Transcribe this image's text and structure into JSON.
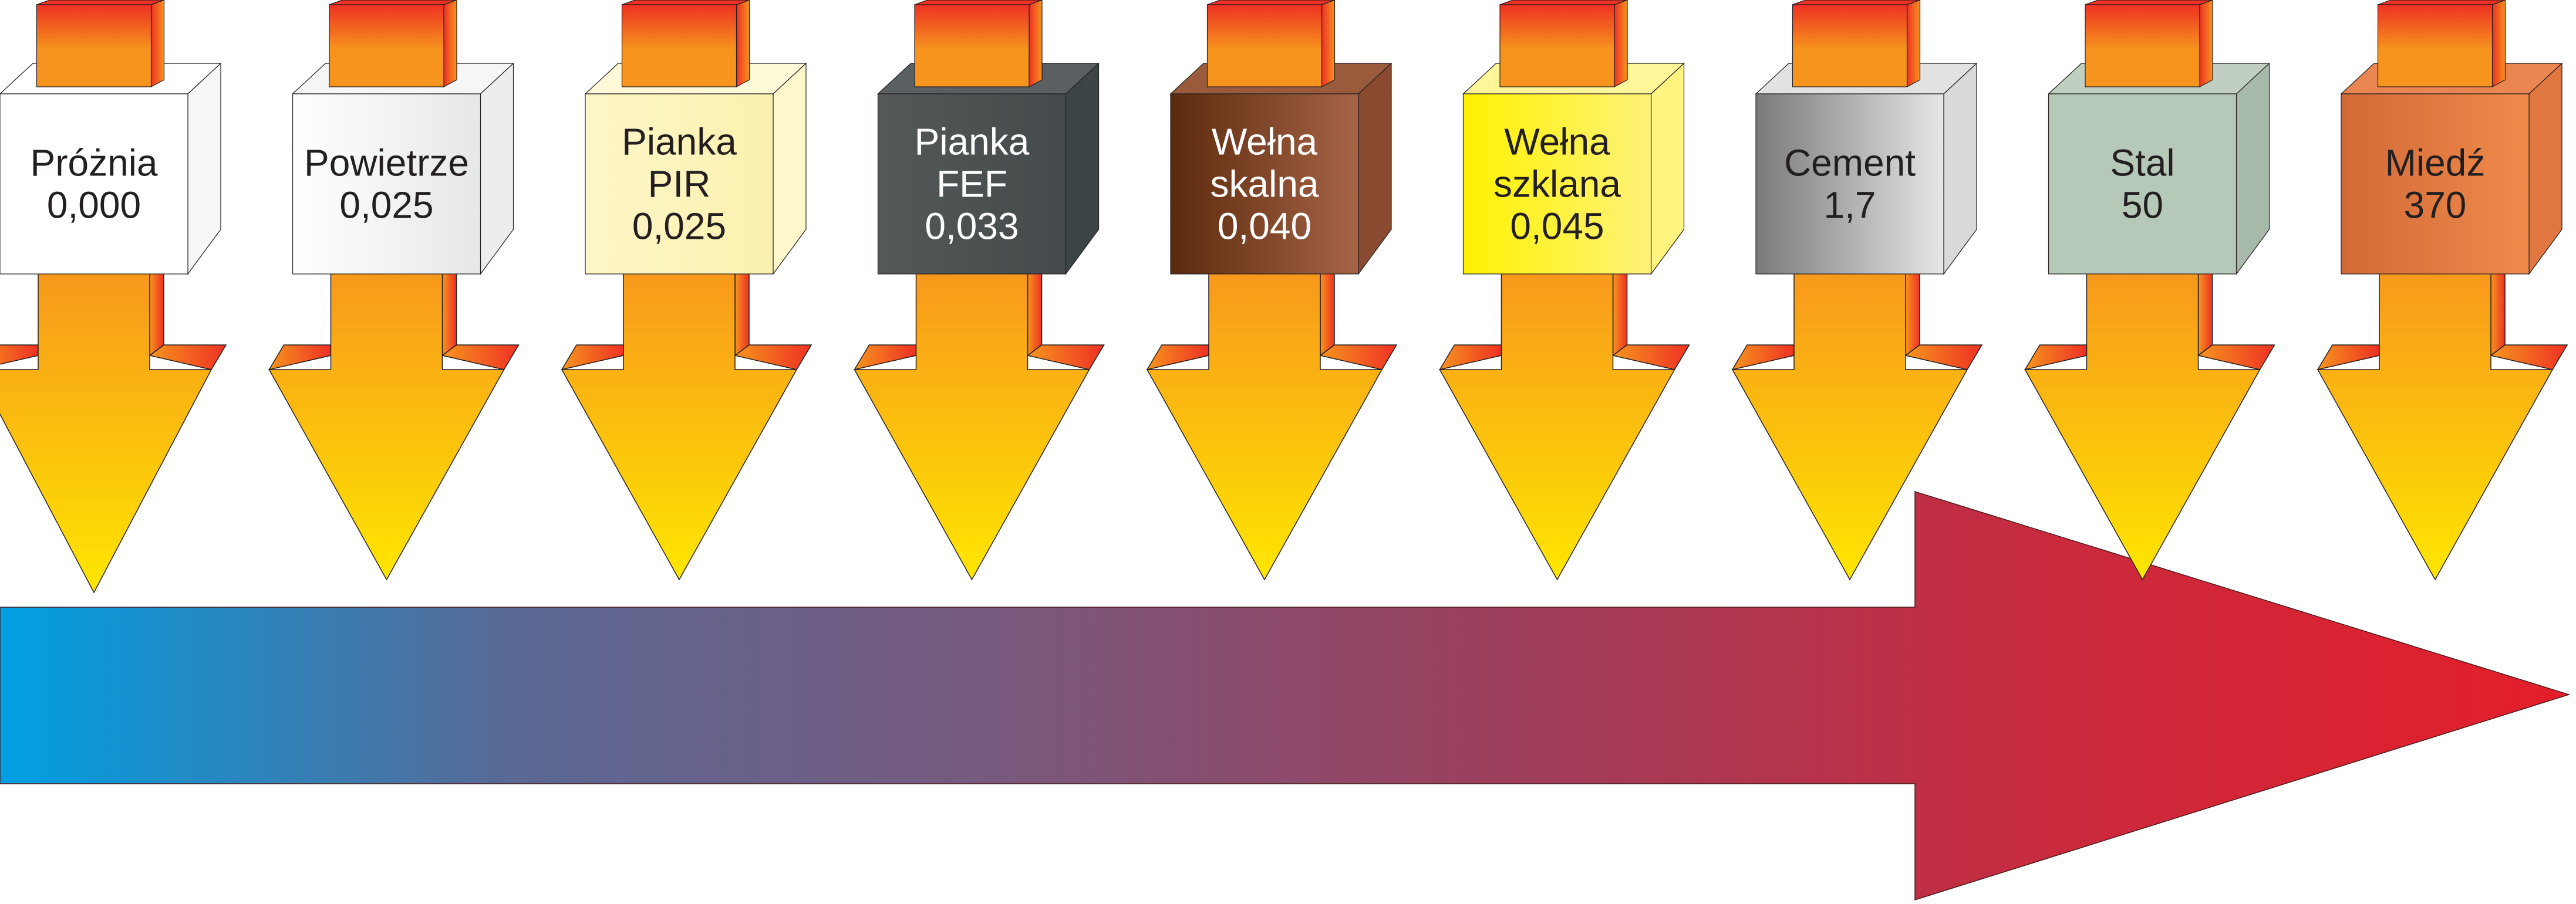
{
  "materials": [
    {
      "lines": [
        "Próżnia",
        "0,000"
      ],
      "front": [
        "#ffffff",
        "#ffffff"
      ],
      "side": "#f6f6f6",
      "top": "#ffffff",
      "text_color": "#231f20"
    },
    {
      "lines": [
        "Powietrze",
        "0,025"
      ],
      "front": [
        "#ffffff",
        "#e6e7e8"
      ],
      "side": "#ededee",
      "top": "#f6f6f6",
      "text_color": "#231f20"
    },
    {
      "lines": [
        "Pianka",
        "PIR",
        "0,025"
      ],
      "front": [
        "#fdf6c8",
        "#fbf1ae"
      ],
      "side": "#fef7cc",
      "top": "#fef9d8",
      "text_color": "#231f20"
    },
    {
      "lines": [
        "Pianka",
        "FEF",
        "0,033"
      ],
      "front": [
        "#545859",
        "#444a4b"
      ],
      "side": "#3d4445",
      "top": "#5a6062",
      "text_color": "#ffffff"
    },
    {
      "lines": [
        "Wełna",
        "skalna",
        "0,040"
      ],
      "front": [
        "#5c2a0d",
        "#a66447"
      ],
      "side": "#8a4a2f",
      "top": "#9a5a3c",
      "text_color": "#ffffff"
    },
    {
      "lines": [
        "Wełna",
        "szklana",
        "0,045"
      ],
      "front": [
        "#fff200",
        "#fff27a"
      ],
      "side": "#fff47f",
      "top": "#fff69a",
      "text_color": "#231f20"
    },
    {
      "lines": [
        "Cement",
        "1,7"
      ],
      "front": [
        "#7a7a7a",
        "#e6e6e6"
      ],
      "side": "#d9d9d9",
      "top": "#e2e2e2",
      "text_color": "#231f20"
    },
    {
      "lines": [
        "Stal",
        "50"
      ],
      "front": [
        "#b6c8b8",
        "#b6c8b8"
      ],
      "side": "#a7baa9",
      "top": "#bfcfc1",
      "text_color": "#231f20"
    },
    {
      "lines": [
        "Miedź",
        "370"
      ],
      "front": [
        "#d26a37",
        "#f08a4b"
      ],
      "side": "#e07740",
      "top": "#e98651",
      "text_color": "#231f20"
    }
  ],
  "colors": {
    "heat_red": "#ee3124",
    "heat_orange": "#f7941d",
    "heat_yellow": "#ffe600",
    "arrow_stops": [
      "#00a0e3",
      "#5a6894",
      "#7a587c",
      "#a03d5a",
      "#c92a3e",
      "#e41e2a"
    ]
  },
  "icons": {
    "heat_source": "heat-source-icon",
    "heat_flow": "heat-flow-arrow-icon",
    "scale": "conductivity-scale-arrow-icon"
  }
}
